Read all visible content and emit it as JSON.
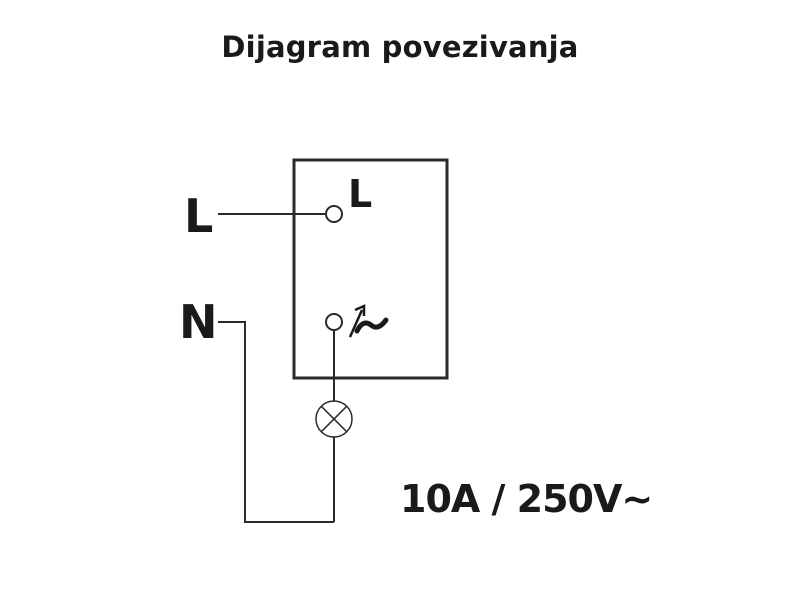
{
  "title": "Dijagram povezivanja",
  "inputs": {
    "line_label": "L",
    "neutral_label": "N"
  },
  "switch": {
    "terminal_line_label": "L",
    "terminal_load_symbol": "↗~"
  },
  "rating": "10A / 250V~",
  "colors": {
    "line": "#2a2a2a",
    "text": "#1a1a1a"
  }
}
